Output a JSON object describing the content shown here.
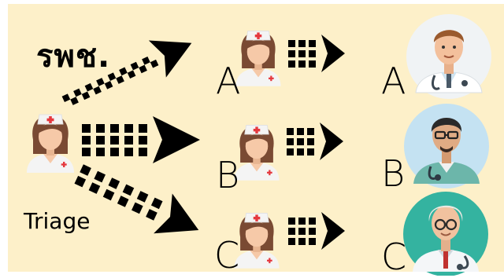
{
  "top_text": "รพช.",
  "triage_label": "Triage",
  "nurse_labels": [
    "A",
    "B",
    "C"
  ],
  "doctor_labels": [
    "A",
    "B",
    "C"
  ],
  "icons": {
    "nurse": "nurse-icon",
    "doctor": "doctor-icon",
    "arrow": "dashed-arrow-icon"
  },
  "colors": {
    "background": "#fdf0c9",
    "ink": "#000000",
    "nurse_hair": "#7a4a33",
    "skin": "#f6c9a8",
    "cap_cross": "#e5393f",
    "doctor_circle_a": "#f0f3f5",
    "doctor_circle_b": "#c4e2f2",
    "doctor_circle_c": "#34b3a0"
  }
}
